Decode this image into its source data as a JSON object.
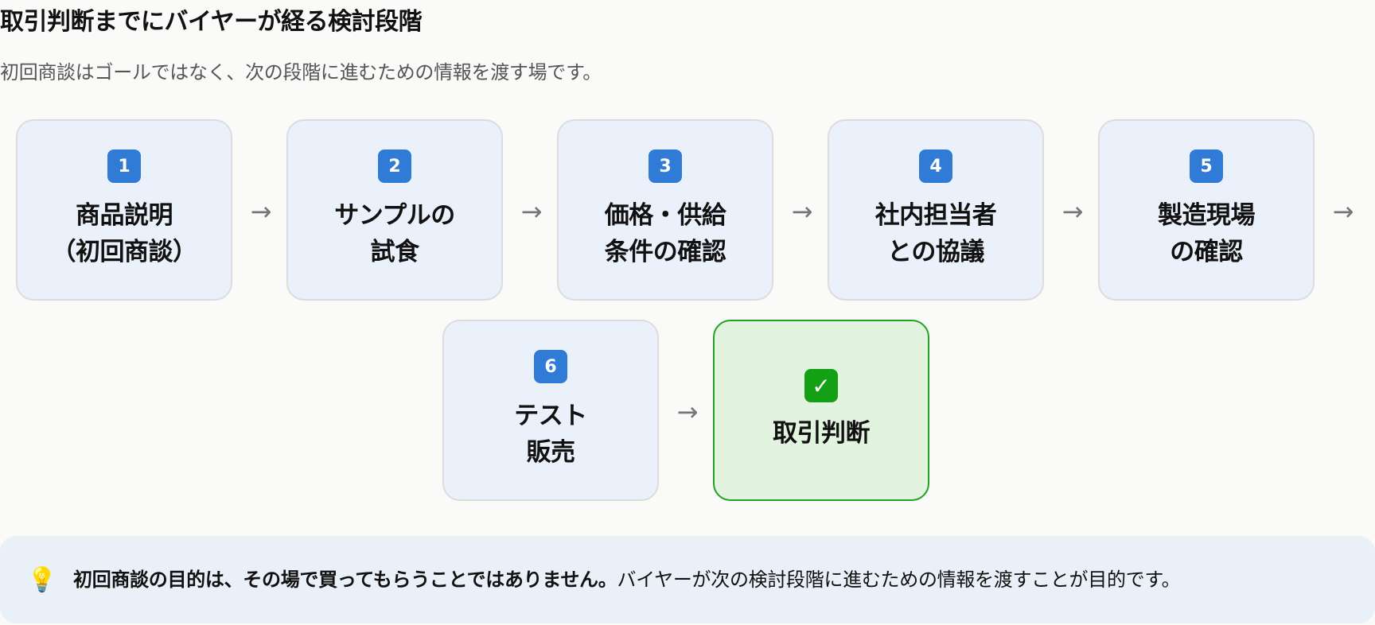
{
  "title": "取引判断までにバイヤーが経る検討段階",
  "subtitle": "初回商談はゴールではなく、次の段階に進むための情報を渡す場です。",
  "steps": [
    {
      "badge": "1",
      "label": "商品説明\n（初回商談）"
    },
    {
      "badge": "2",
      "label": "サンプルの\n試食"
    },
    {
      "badge": "3",
      "label": "価格・供給\n条件の確認"
    },
    {
      "badge": "4",
      "label": "社内担当者\nとの協議"
    },
    {
      "badge": "5",
      "label": "製造現場\nの確認"
    },
    {
      "badge": "6",
      "label": "テスト\n販売"
    }
  ],
  "final_step": {
    "badge": "✓",
    "label": "取引判断"
  },
  "arrow_glyph": "→",
  "note": {
    "icon": "lightbulb-icon",
    "icon_glyph": "💡",
    "bold": "初回商談の目的は、その場で買ってもらうことではありません。",
    "text": "バイヤーが次の検討段階に進むための情報を渡すことが目的です。"
  },
  "colors": {
    "badge_blue": "#2f7bd6",
    "badge_green": "#14a014",
    "step_bg": "#eaf1fa",
    "final_bg": "#e2f3e0",
    "final_border": "#22a022"
  }
}
